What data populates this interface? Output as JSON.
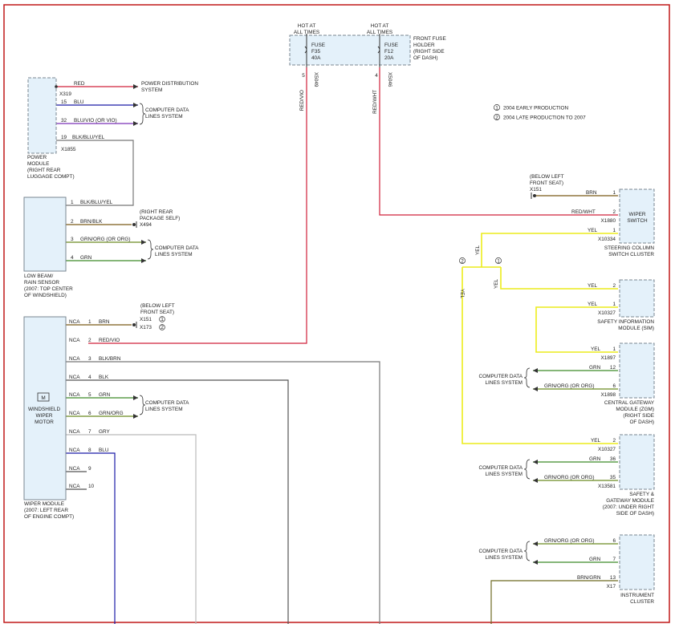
{
  "top_fuses": {
    "hot1": [
      "HOT AT",
      "ALL TIMES"
    ],
    "hot2": [
      "HOT AT",
      "ALL TIMES"
    ],
    "fuse1": [
      "FUSE",
      "F35",
      "40A"
    ],
    "fuse2": [
      "FUSE",
      "F12",
      "20A"
    ],
    "holder": [
      "FRONT FUSE",
      "HOLDER",
      "(RIGHT SIDE",
      "OF DASH)"
    ],
    "pin1": "5",
    "pin2": "4",
    "conn1": "X5049",
    "conn2": "X5046",
    "wire1": "RED/VIO",
    "wire2": "RED/WHT"
  },
  "legend": {
    "item1_num": "1",
    "item1": "2004 EARLY PRODUCTION",
    "item2_num": "2",
    "item2": "2004 LATE PRODUCTION TO 2007"
  },
  "power_module": {
    "label": [
      "POWER",
      "MODULE",
      "(RIGHT REAR",
      "LUGGAGE COMPT)"
    ],
    "conn_top": "X319",
    "conn_bottom": "X1855",
    "pins": [
      {
        "num": "",
        "wire": "RED"
      },
      {
        "num": "15",
        "wire": "BLU"
      },
      {
        "num": "32",
        "wire": "BLU/VIO    (OR VIO)"
      },
      {
        "num": "19",
        "wire": "BLK/BLU/YEL"
      }
    ],
    "dest_power": [
      "POWER DISTRIBUTION",
      "SYSTEM"
    ],
    "dest_data": [
      "COMPUTER DATA",
      "LINES SYSTEM"
    ]
  },
  "rain_sensor": {
    "label": [
      "LOW BEAM/",
      "RAIN SENSOR",
      "(2007: TOP CENTER",
      "OF WINDSHIELD)"
    ],
    "pins": [
      {
        "num": "1",
        "wire": "BLK/BLU/YEL"
      },
      {
        "num": "2",
        "wire": "BRN/BLK"
      },
      {
        "num": "3",
        "wire": "GRN/ORG   (OR ORG)"
      },
      {
        "num": "4",
        "wire": "GRN"
      }
    ],
    "ground_label": [
      "(RIGHT REAR",
      "PACKAGE SELF)"
    ],
    "ground_conn": "X494",
    "dest_data": [
      "COMPUTER DATA",
      "LINES SYSTEM"
    ]
  },
  "wiper_module": {
    "label": [
      "WIPER MODULE",
      "(2007: LEFT REAR",
      "OF ENGINE COMPT)"
    ],
    "motor_label": [
      "WINDSHIELD",
      "WIPER",
      "MOTOR"
    ],
    "motor_symbol": "M",
    "nca": "NCA",
    "pins": [
      {
        "num": "1",
        "wire": "BRN"
      },
      {
        "num": "2",
        "wire": "RED/VIO"
      },
      {
        "num": "3",
        "wire": "BLK/BRN"
      },
      {
        "num": "4",
        "wire": "BLK"
      },
      {
        "num": "5",
        "wire": "GRN"
      },
      {
        "num": "6",
        "wire": "GRN/ORG"
      },
      {
        "num": "7",
        "wire": "GRY"
      },
      {
        "num": "8",
        "wire": "BLU"
      },
      {
        "num": "9",
        "wire": ""
      },
      {
        "num": "10",
        "wire": ""
      }
    ],
    "ground_label": [
      "(BELOW LEFT",
      "FRONT SEAT)"
    ],
    "ground_conn1": "X151",
    "ground_conn2": "X173",
    "ground_mark1": "1",
    "ground_mark2": "2",
    "dest_data": [
      "COMPUTER DATA",
      "LINES SYSTEM"
    ]
  },
  "wiper_switch": {
    "label": [
      "WIPER",
      "SWITCH"
    ],
    "cluster_label": [
      "STEERING COLUMN",
      "SWITCH CLUSTER"
    ],
    "ground_label": [
      "(BELOW LEFT",
      "FRONT SEAT)"
    ],
    "ground_conn": "X151",
    "conn1": "X1880",
    "conn2": "X10334",
    "pins": [
      {
        "num": "1",
        "wire": "BRN"
      },
      {
        "num": "2",
        "wire": "RED/WHT"
      },
      {
        "num": "1",
        "wire": "YEL"
      }
    ],
    "yel": "YEL",
    "split1": "1",
    "split2": "2"
  },
  "sim": {
    "label": [
      "SAFETY INFORMATION",
      "MODULE (SIM)"
    ],
    "conn": "X10327",
    "pins": [
      {
        "num": "2",
        "wire": "YEL"
      },
      {
        "num": "1",
        "wire": "YEL"
      }
    ]
  },
  "zgm": {
    "label": [
      "CENTRAL GATEWAY",
      "MODULE (ZGM)",
      "(RIGHT SIDE",
      "OF DASH)"
    ],
    "conn_top": "X1897",
    "conn_bottom": "X1898",
    "pins": [
      {
        "num": "1",
        "wire": "YEL"
      },
      {
        "num": "12",
        "wire": "GRN"
      },
      {
        "num": "6",
        "wire": "GRN/ORG   (OR ORG)"
      }
    ],
    "dest_data": [
      "COMPUTER DATA",
      "LINES SYSTEM"
    ]
  },
  "sgm": {
    "label": [
      "SAFETY &",
      "GATEWAY MODULE",
      "(2007: UNDER RIGHT",
      "SIDE OF DASH)"
    ],
    "conn_top": "X10327",
    "conn_bottom": "X13581",
    "pins": [
      {
        "num": "2",
        "wire": "YEL"
      },
      {
        "num": "36",
        "wire": "GRN"
      },
      {
        "num": "35",
        "wire": "GRN/ORG   (OR ORG)"
      }
    ],
    "dest_data": [
      "COMPUTER DATA",
      "LINES SYSTEM"
    ]
  },
  "instrument": {
    "label": [
      "INSTRUMENT",
      "CLUSTER"
    ],
    "conn": "X17",
    "pins": [
      {
        "num": "6",
        "wire": "GRN/ORG   (OR ORG)"
      },
      {
        "num": "7",
        "wire": "GRN"
      },
      {
        "num": "13",
        "wire": "BRN/GRN"
      }
    ],
    "dest_data": [
      "COMPUTER DATA",
      "LINES SYSTEM"
    ]
  },
  "colors": {
    "red": "#d0203a",
    "blue": "#1a1aa8",
    "violet": "#7a30b8",
    "brown": "#7a5a18",
    "gray": "#777777",
    "dark": "#555555",
    "green": "#3c8a28",
    "green_orange": "#6a8a20",
    "yellow": "#ecec1c",
    "light_gray": "#bbbbbb",
    "olive": "#6e6a22",
    "frame": "#c01818"
  }
}
